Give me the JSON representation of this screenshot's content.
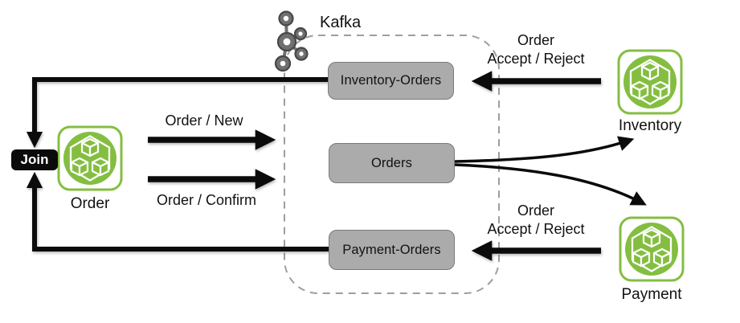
{
  "diagram": {
    "kafka_label": "Kafka",
    "join_label": "Join",
    "topics": [
      {
        "id": "inventory-orders",
        "label": "Inventory-Orders"
      },
      {
        "id": "orders",
        "label": "Orders"
      },
      {
        "id": "payment-orders",
        "label": "Payment-Orders"
      }
    ],
    "services": [
      {
        "id": "order",
        "label": "Order"
      },
      {
        "id": "inventory",
        "label": "Inventory"
      },
      {
        "id": "payment",
        "label": "Payment"
      }
    ],
    "messages": {
      "order_new": "Order / New",
      "order_confirm": "Order / Confirm",
      "accept_reject_line1": "Order",
      "accept_reject_line2": "Accept / Reject"
    },
    "icons": {
      "kafka": "kafka-cluster-icon",
      "service": "microservice-cubes-icon"
    },
    "colors": {
      "service_green": "#84BE41",
      "topic_fill": "#ABABAB",
      "topic_border": "#7A7A7A",
      "dashed_border": "#9E9E9E",
      "arrow_black": "#0B0B0B",
      "kafka_gray": "#707070",
      "kafka_gray_dark": "#474747"
    }
  }
}
